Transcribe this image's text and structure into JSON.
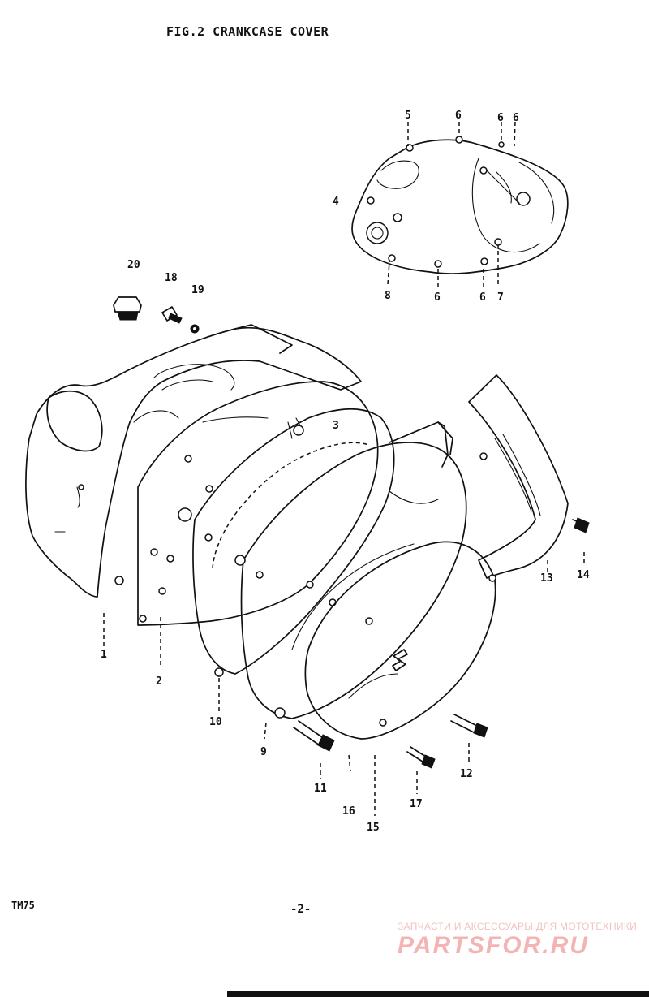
{
  "header": {
    "title": "FIG.2  CRANKCASE COVER"
  },
  "footer": {
    "model": "TM75",
    "page": "-2-"
  },
  "watermark": {
    "caption": "ЗАПЧАСТИ И АКСЕССУАРЫ ДЛЯ МОТОТЕХНИКИ",
    "logo": "PARTSFOR.RU",
    "color": "#f4b4b4"
  },
  "parts": {
    "p1": "1",
    "p2": "2",
    "p3": "3",
    "p4": "4",
    "p5": "5",
    "p6a": "6",
    "p6b": "6",
    "p6c": "6",
    "p6d": "6",
    "p6e": "6",
    "p7": "7",
    "p8": "8",
    "p9": "9",
    "p10": "10",
    "p11": "11",
    "p12": "12",
    "p13": "13",
    "p14": "14",
    "p15": "15",
    "p16": "16",
    "p17": "17",
    "p18": "18",
    "p19": "19",
    "p20": "20"
  }
}
